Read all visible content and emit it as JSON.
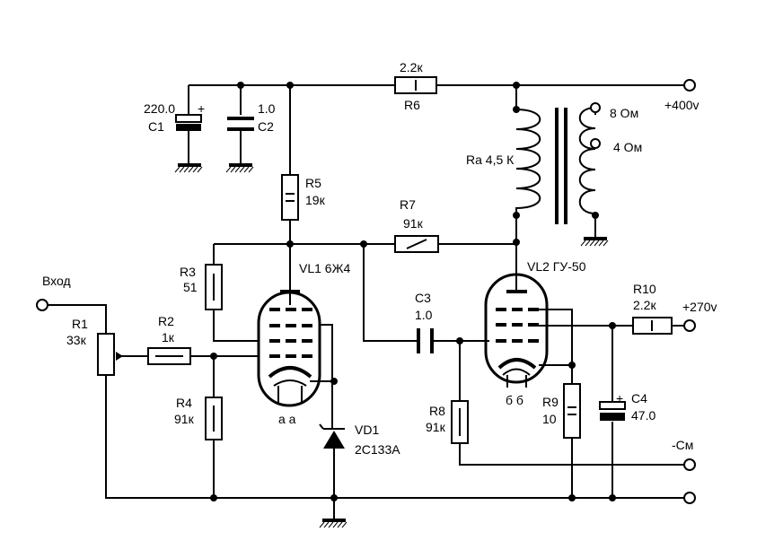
{
  "labels": {
    "c1_value": "220.0",
    "c1_name": "C1",
    "c1_plus": "+",
    "c2_value": "1.0",
    "c2_name": "C2",
    "r6_value": "2.2к",
    "r6_name": "R6",
    "v400": "+400v",
    "ohm8": "8 Ом",
    "ohm4": "4 Ом",
    "ra": "Ra 4,5 К",
    "r5_name": "R5",
    "r5_value": "19к",
    "r7_name": "R7",
    "r7_value": "91к",
    "r3_name": "R3",
    "r3_value": "51",
    "vl1": "VL1 6Ж4",
    "vl2": "VL2 ГУ-50",
    "input": "Вход",
    "r1_name": "R1",
    "r1_value": "33к",
    "r2_name": "R2",
    "r2_value": "1к",
    "c3_name": "C3",
    "c3_value": "1.0",
    "r10_name": "R10",
    "r10_value": "2.2к",
    "v270": "+270v",
    "r4_name": "R4",
    "r4_value": "91к",
    "vl1_heater": "а  а",
    "vd1_name": "VD1",
    "vd1_value": "2С133А",
    "r8_name": "R8",
    "r8_value": "91к",
    "vl2_heater": "б  б",
    "r9_name": "R9",
    "r9_value": "10",
    "c4_plus": "+",
    "c4_name": "C4",
    "c4_value": "47.0",
    "bias": "-См"
  }
}
